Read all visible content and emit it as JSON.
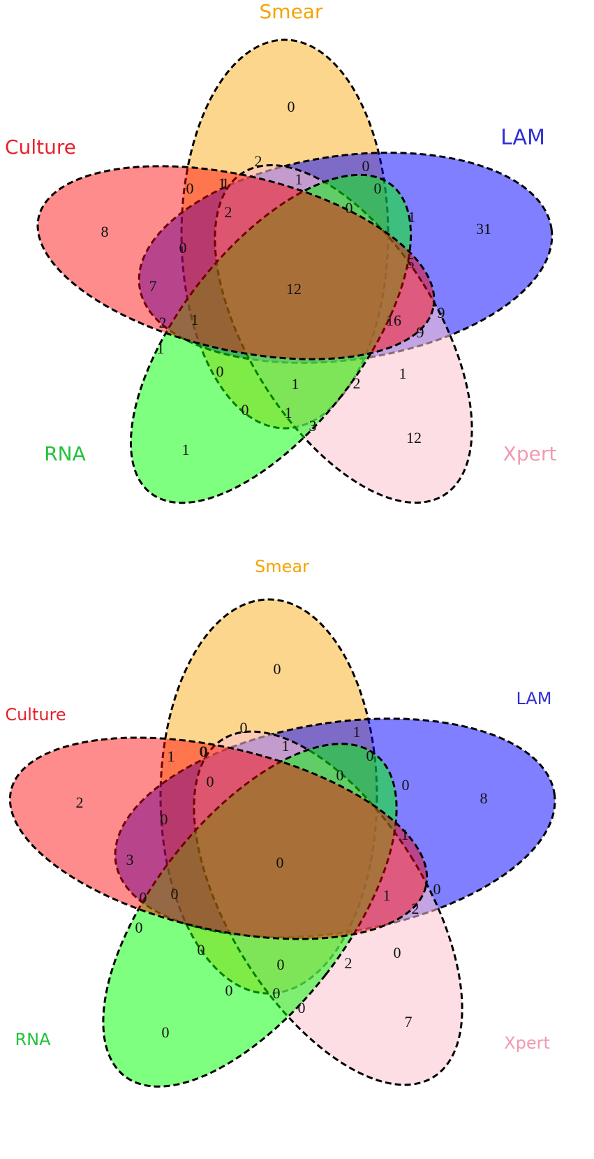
{
  "sets": [
    {
      "key": "smear",
      "name": "Smear",
      "color": "#f5a300",
      "fill": "#fbb431"
    },
    {
      "key": "lam",
      "name": "LAM",
      "color": "#2f2fd0",
      "fill": "#0000ff"
    },
    {
      "key": "xpert",
      "name": "Xpert",
      "color": "#f199b0",
      "fill": "#fbc3cf"
    },
    {
      "key": "rna",
      "name": "RNA",
      "color": "#22c23a",
      "fill": "#00ff00"
    },
    {
      "key": "culture",
      "name": "Culture",
      "color": "#e8202a",
      "fill": "#ff0000"
    }
  ],
  "diagrams": [
    {
      "regions": {
        "smear_only": "0",
        "lam_only": "31",
        "xpert_only": "12",
        "rna_only": "1",
        "culture_only": "8",
        "r1": "2",
        "r2": "0",
        "r3": "1",
        "r4": "0",
        "r5": "1",
        "r6": "1",
        "r7": "0",
        "r8": "5",
        "r9": "9",
        "r10": "9",
        "r11": "16",
        "r12": "1",
        "r13": "2",
        "r14": "1",
        "r15": "3",
        "r16": "1",
        "r17": "0",
        "r18": "0",
        "r19": "1",
        "r20": "2",
        "r21": "1",
        "r22": "7",
        "r23": "0",
        "r24": "0",
        "r25": "1",
        "r26": "2",
        "center": "12"
      }
    },
    {
      "regions": {
        "smear_only": "0",
        "lam_only": "8",
        "xpert_only": "7",
        "rna_only": "0",
        "culture_only": "2",
        "r1": "0",
        "r2": "1",
        "r3": "1",
        "r4": "0",
        "r5": "0",
        "r6": "0",
        "r7": "0",
        "r8": "1",
        "r9": "0",
        "r10": "2",
        "r11": "1",
        "r12": "0",
        "r13": "2",
        "r14": "0",
        "r15": "0",
        "r16": "0",
        "r17": "0",
        "r18": "0",
        "r19": "0",
        "r20": "0",
        "r21": "0",
        "r22": "3",
        "r23": "0",
        "r24": "1",
        "r25": "0",
        "r26": "0",
        "center": "0"
      }
    }
  ]
}
